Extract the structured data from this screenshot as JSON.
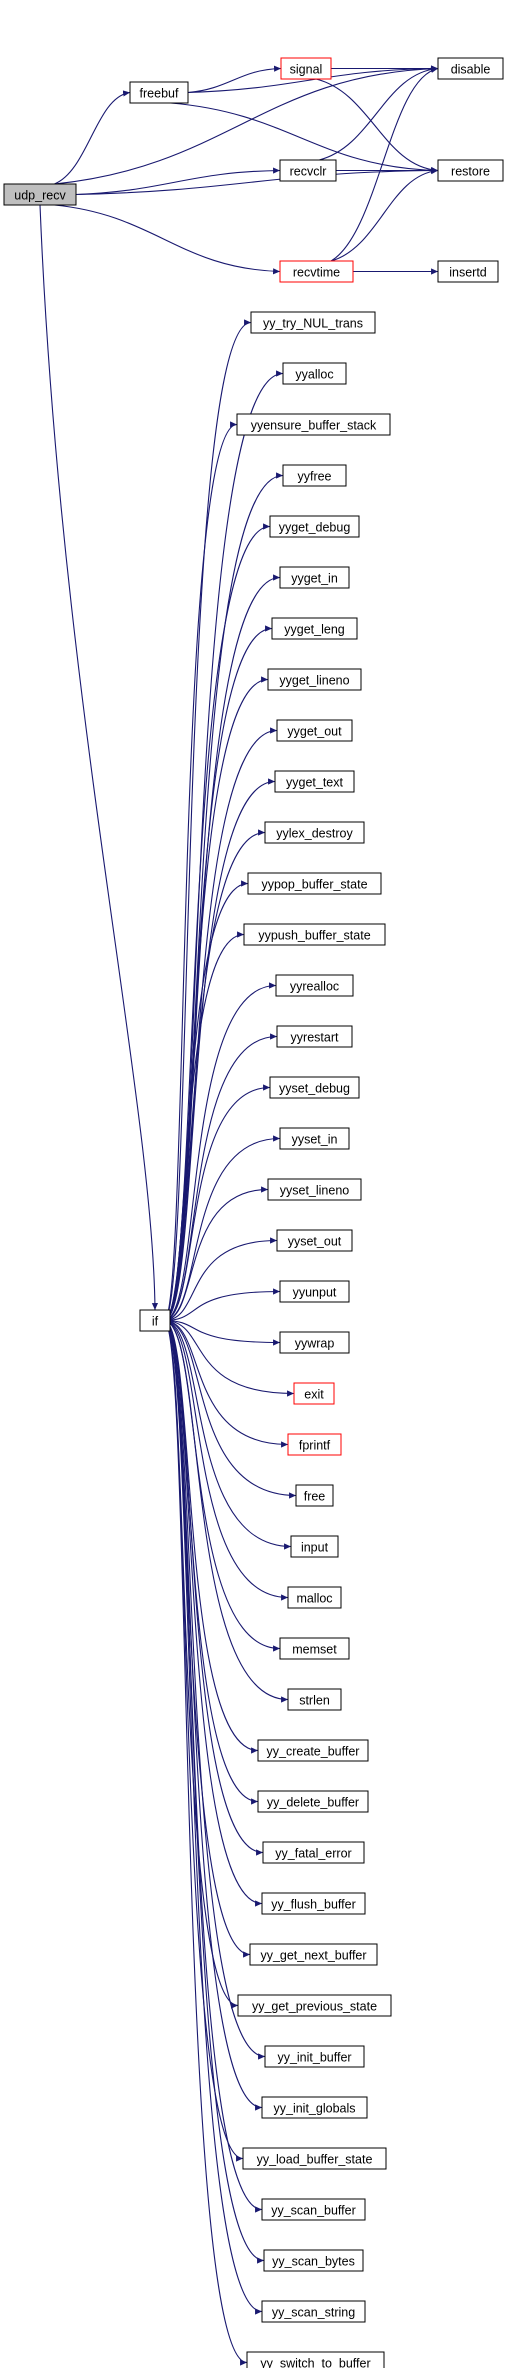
{
  "diagram": {
    "type": "call-graph",
    "colors": {
      "edge": "#191970",
      "highlight_border": "#ff0000",
      "root_fill": "#bfbfbf"
    },
    "nodes": [
      {
        "id": "udp_recv",
        "label": "udp_recv",
        "kind": "root"
      },
      {
        "id": "freebuf",
        "label": "freebuf"
      },
      {
        "id": "signal",
        "label": "signal",
        "kind": "highlight"
      },
      {
        "id": "disable",
        "label": "disable"
      },
      {
        "id": "restore",
        "label": "restore"
      },
      {
        "id": "recvclr",
        "label": "recvclr"
      },
      {
        "id": "recvtime",
        "label": "recvtime",
        "kind": "highlight"
      },
      {
        "id": "insertd",
        "label": "insertd"
      },
      {
        "id": "if",
        "label": "if"
      },
      {
        "id": "yy_try_NUL_trans",
        "label": "yy_try_NUL_trans"
      },
      {
        "id": "yyalloc",
        "label": "yyalloc"
      },
      {
        "id": "yyensure_buffer_stack",
        "label": "yyensure_buffer_stack"
      },
      {
        "id": "yyfree",
        "label": "yyfree"
      },
      {
        "id": "yyget_debug",
        "label": "yyget_debug"
      },
      {
        "id": "yyget_in",
        "label": "yyget_in"
      },
      {
        "id": "yyget_leng",
        "label": "yyget_leng"
      },
      {
        "id": "yyget_lineno",
        "label": "yyget_lineno"
      },
      {
        "id": "yyget_out",
        "label": "yyget_out"
      },
      {
        "id": "yyget_text",
        "label": "yyget_text"
      },
      {
        "id": "yylex_destroy",
        "label": "yylex_destroy"
      },
      {
        "id": "yypop_buffer_state",
        "label": "yypop_buffer_state"
      },
      {
        "id": "yypush_buffer_state",
        "label": "yypush_buffer_state"
      },
      {
        "id": "yyrealloc",
        "label": "yyrealloc"
      },
      {
        "id": "yyrestart",
        "label": "yyrestart"
      },
      {
        "id": "yyset_debug",
        "label": "yyset_debug"
      },
      {
        "id": "yyset_in",
        "label": "yyset_in"
      },
      {
        "id": "yyset_lineno",
        "label": "yyset_lineno"
      },
      {
        "id": "yyset_out",
        "label": "yyset_out"
      },
      {
        "id": "yyunput",
        "label": "yyunput"
      },
      {
        "id": "yywrap",
        "label": "yywrap"
      },
      {
        "id": "exit",
        "label": "exit",
        "kind": "highlight"
      },
      {
        "id": "fprintf",
        "label": "fprintf",
        "kind": "highlight"
      },
      {
        "id": "free",
        "label": "free"
      },
      {
        "id": "input",
        "label": "input"
      },
      {
        "id": "malloc",
        "label": "malloc"
      },
      {
        "id": "memset",
        "label": "memset"
      },
      {
        "id": "strlen",
        "label": "strlen"
      },
      {
        "id": "yy_create_buffer",
        "label": "yy_create_buffer"
      },
      {
        "id": "yy_delete_buffer",
        "label": "yy_delete_buffer"
      },
      {
        "id": "yy_fatal_error",
        "label": "yy_fatal_error"
      },
      {
        "id": "yy_flush_buffer",
        "label": "yy_flush_buffer"
      },
      {
        "id": "yy_get_next_buffer",
        "label": "yy_get_next_buffer"
      },
      {
        "id": "yy_get_previous_state",
        "label": "yy_get_previous_state"
      },
      {
        "id": "yy_init_buffer",
        "label": "yy_init_buffer"
      },
      {
        "id": "yy_init_globals",
        "label": "yy_init_globals"
      },
      {
        "id": "yy_load_buffer_state",
        "label": "yy_load_buffer_state"
      },
      {
        "id": "yy_scan_buffer",
        "label": "yy_scan_buffer"
      },
      {
        "id": "yy_scan_bytes",
        "label": "yy_scan_bytes"
      },
      {
        "id": "yy_scan_string",
        "label": "yy_scan_string"
      },
      {
        "id": "yy_switch_to_buffer",
        "label": "yy_switch_to_buffer"
      }
    ],
    "edges": [
      [
        "udp_recv",
        "freebuf"
      ],
      [
        "udp_recv",
        "disable"
      ],
      [
        "udp_recv",
        "restore"
      ],
      [
        "udp_recv",
        "recvclr"
      ],
      [
        "udp_recv",
        "recvtime"
      ],
      [
        "udp_recv",
        "if"
      ],
      [
        "freebuf",
        "signal"
      ],
      [
        "freebuf",
        "disable"
      ],
      [
        "freebuf",
        "restore"
      ],
      [
        "signal",
        "disable"
      ],
      [
        "signal",
        "restore"
      ],
      [
        "recvclr",
        "disable"
      ],
      [
        "recvclr",
        "restore"
      ],
      [
        "recvtime",
        "disable"
      ],
      [
        "recvtime",
        "restore"
      ],
      [
        "recvtime",
        "insertd"
      ],
      [
        "if",
        "yy_try_NUL_trans"
      ],
      [
        "if",
        "yyalloc"
      ],
      [
        "if",
        "yyensure_buffer_stack"
      ],
      [
        "if",
        "yyfree"
      ],
      [
        "if",
        "yyget_debug"
      ],
      [
        "if",
        "yyget_in"
      ],
      [
        "if",
        "yyget_leng"
      ],
      [
        "if",
        "yyget_lineno"
      ],
      [
        "if",
        "yyget_out"
      ],
      [
        "if",
        "yyget_text"
      ],
      [
        "if",
        "yylex_destroy"
      ],
      [
        "if",
        "yypop_buffer_state"
      ],
      [
        "if",
        "yypush_buffer_state"
      ],
      [
        "if",
        "yyrealloc"
      ],
      [
        "if",
        "yyrestart"
      ],
      [
        "if",
        "yyset_debug"
      ],
      [
        "if",
        "yyset_in"
      ],
      [
        "if",
        "yyset_lineno"
      ],
      [
        "if",
        "yyset_out"
      ],
      [
        "if",
        "yyunput"
      ],
      [
        "if",
        "yywrap"
      ],
      [
        "if",
        "exit"
      ],
      [
        "if",
        "fprintf"
      ],
      [
        "if",
        "free"
      ],
      [
        "if",
        "input"
      ],
      [
        "if",
        "malloc"
      ],
      [
        "if",
        "memset"
      ],
      [
        "if",
        "strlen"
      ],
      [
        "if",
        "yy_create_buffer"
      ],
      [
        "if",
        "yy_delete_buffer"
      ],
      [
        "if",
        "yy_fatal_error"
      ],
      [
        "if",
        "yy_flush_buffer"
      ],
      [
        "if",
        "yy_get_next_buffer"
      ],
      [
        "if",
        "yy_get_previous_state"
      ],
      [
        "if",
        "yy_init_buffer"
      ],
      [
        "if",
        "yy_init_globals"
      ],
      [
        "if",
        "yy_load_buffer_state"
      ],
      [
        "if",
        "yy_scan_buffer"
      ],
      [
        "if",
        "yy_scan_bytes"
      ],
      [
        "if",
        "yy_scan_string"
      ],
      [
        "if",
        "yy_switch_to_buffer"
      ]
    ]
  }
}
